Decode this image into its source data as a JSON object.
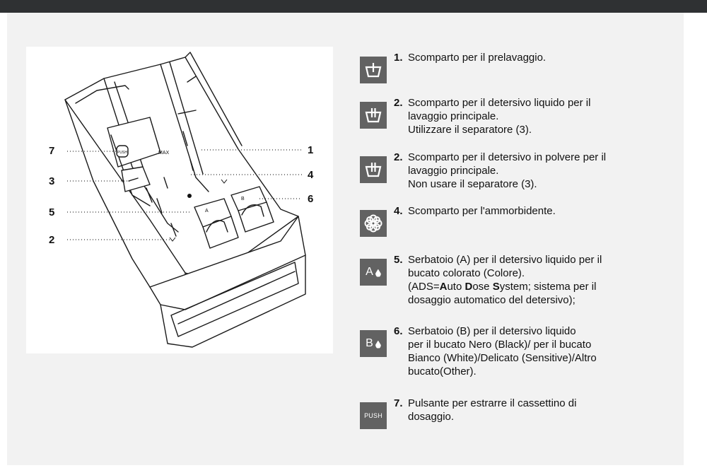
{
  "callouts": [
    {
      "id": "c7",
      "label": "7"
    },
    {
      "id": "c3",
      "label": "3"
    },
    {
      "id": "c5",
      "label": "5"
    },
    {
      "id": "c2",
      "label": "2"
    },
    {
      "id": "c1",
      "label": "1"
    },
    {
      "id": "c4",
      "label": "4"
    },
    {
      "id": "c6",
      "label": "6"
    }
  ],
  "figure_text": {
    "push": "PUSH",
    "max": "MAX",
    "tank_a": "A",
    "tank_b": "B"
  },
  "items": [
    {
      "icon": "prewash-icon",
      "number": "1.",
      "lines": [
        "Scomparto per il prelavaggio."
      ]
    },
    {
      "icon": "main-wash-liquid-icon",
      "number": "2.",
      "lines": [
        "Scomparto per il detersivo liquido per il",
        "lavaggio principale.",
        "Utilizzare il separatore (3)."
      ]
    },
    {
      "icon": "main-wash-powder-icon",
      "number": "2.",
      "lines": [
        "Scomparto per il detersivo in polvere per il",
        "lavaggio principale.",
        "Non usare il separatore (3)."
      ]
    },
    {
      "icon": "softener-flower-icon",
      "number": "4.",
      "lines": [
        "Scomparto per l'ammorbidente."
      ]
    },
    {
      "icon": "tank-a-icon",
      "badge_text": "A",
      "number": "5.",
      "lines": [
        "Serbatoio (A) per il detersivo liquido per il",
        "bucato colorato (Colore)."
      ],
      "ads": {
        "open": "(ADS=",
        "a": "A",
        "a_rest": "uto ",
        "d": "D",
        "d_rest": "ose ",
        "s": "S",
        "s_rest": "ystem; sistema per il"
      },
      "last_line": "dosaggio automatico del detersivo);"
    },
    {
      "icon": "tank-b-icon",
      "badge_text": "B",
      "number": "6.",
      "lines": [
        "Serbatoio (B) per il detersivo liquido",
        "per il bucato Nero (Black)/ per il bucato",
        "Bianco (White)/Delicato (Sensitive)/Altro",
        "bucato(Other)."
      ]
    },
    {
      "icon": "push-button-icon",
      "badge_text": "PUSH",
      "number": "7.",
      "lines": [
        "Pulsante per estrarre il cassettino di",
        "dosaggio."
      ]
    }
  ]
}
